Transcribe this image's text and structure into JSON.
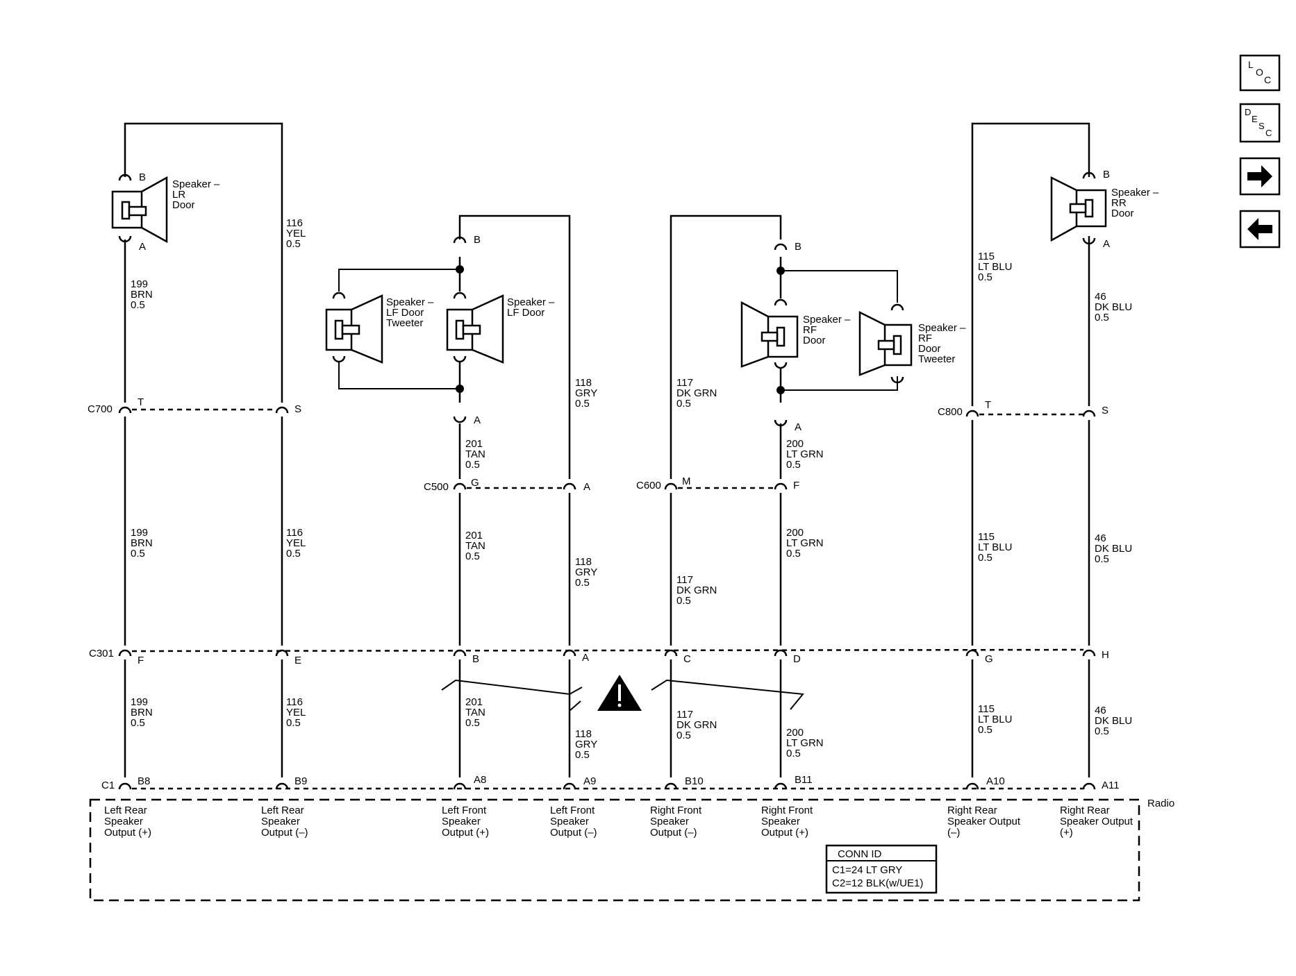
{
  "nav": {
    "loc": [
      "L",
      "O",
      "C"
    ],
    "desc": [
      "D",
      "E",
      "S",
      "C"
    ],
    "forward_icon": "arrow-right-icon",
    "back_icon": "arrow-left-icon"
  },
  "connectors": {
    "c700": "C700",
    "c500": "C500",
    "c600": "C600",
    "c800": "C800",
    "c301": "C301",
    "c1": "C1"
  },
  "speakers": {
    "lr": [
      "Speaker –",
      "LR",
      "Door"
    ],
    "lf_tweeter": [
      "Speaker –",
      "LF Door",
      "Tweeter"
    ],
    "lf": [
      "Speaker –",
      "LF Door"
    ],
    "rf": [
      "Speaker –",
      "RF",
      "Door"
    ],
    "rf_tweeter": [
      "Speaker –",
      "RF",
      "Door",
      "Tweeter"
    ],
    "rr": [
      "Speaker –",
      "RR",
      "Door"
    ]
  },
  "pins": {
    "lr_top": "B",
    "lr_bot": "A",
    "lf_top": "B",
    "lf_bot": "A",
    "rf_top": "B",
    "rf_bot": "A",
    "rr_top": "B",
    "rr_bot": "A",
    "c700_a": "T",
    "c700_b": "S",
    "c500_a": "G",
    "c500_b": "A",
    "c600_a": "M",
    "c600_b": "F",
    "c800_a": "T",
    "c800_b": "S",
    "c301": [
      "F",
      "E",
      "B",
      "A",
      "C",
      "D",
      "G",
      "H"
    ],
    "c1": [
      "B8",
      "B9",
      "A8",
      "A9",
      "B10",
      "B11",
      "A10",
      "A11"
    ]
  },
  "wires": {
    "w199": [
      "199",
      "BRN",
      "0.5"
    ],
    "w116": [
      "116",
      "YEL",
      "0.5"
    ],
    "w201": [
      "201",
      "TAN",
      "0.5"
    ],
    "w118": [
      "118",
      "GRY",
      "0.5"
    ],
    "w117": [
      "117",
      "DK GRN",
      "0.5"
    ],
    "w200": [
      "200",
      "LT GRN",
      "0.5"
    ],
    "w115": [
      "115",
      "LT BLU",
      "0.5"
    ],
    "w46": [
      "46",
      "DK BLU",
      "0.5"
    ]
  },
  "radio": {
    "label": "Radio",
    "outputs": [
      [
        "Left Rear",
        "Speaker",
        "Output (+)"
      ],
      [
        "Left Rear",
        "Speaker",
        "Output (–)"
      ],
      [
        "Left Front",
        "Speaker",
        "Output (+)"
      ],
      [
        "Left Front",
        "Speaker",
        "Output (–)"
      ],
      [
        "Right Front",
        "Speaker",
        "Output (–)"
      ],
      [
        "Right Front",
        "Speaker",
        "Output (+)"
      ],
      [
        "Right Rear",
        "Speaker Output",
        "(–)"
      ],
      [
        "Right Rear",
        "Speaker Output",
        "(+)"
      ]
    ],
    "conn_id": {
      "title": "CONN ID",
      "lines": [
        "C1=24 LT GRY",
        "C2=12 BLK(w/UE1)"
      ]
    }
  },
  "warning_icon": "caution-triangle-icon"
}
